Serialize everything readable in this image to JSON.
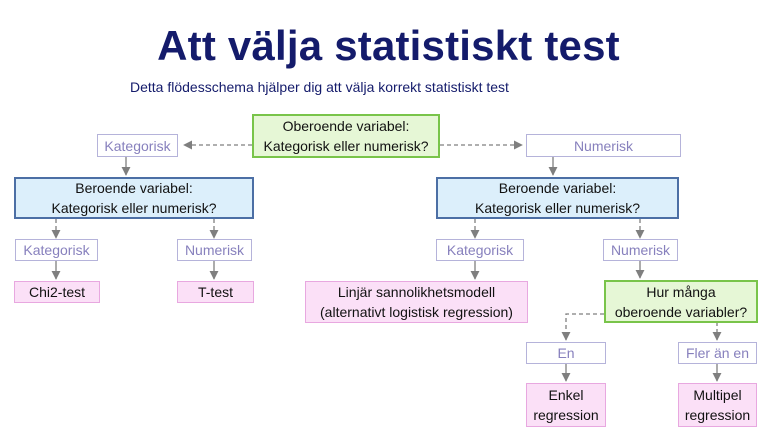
{
  "title": "Att välja statistiskt test",
  "subtitle": "Detta flödesschema hjälper dig att välja korrekt statistiskt test",
  "nodes": {
    "root": "Oberoende variabel:\nKategorisk eller numerisk?",
    "left_label": "Kategorisk",
    "right_label": "Numerisk",
    "left_question": "Beroende variabel:\nKategorisk eller numerisk?",
    "right_question": "Beroende variabel:\nKategorisk eller numerisk?",
    "ll_label": "Kategorisk",
    "lr_label": "Numerisk",
    "chi2": "Chi2-test",
    "ttest": "T-test",
    "rl_label": "Kategorisk",
    "rr_label": "Numerisk",
    "lpm": "Linjär sannolikhetsmodell\n(alternativt logistisk regression)",
    "how_many": "Hur många\noberoende variabler?",
    "one_label": "En",
    "many_label": "Fler än en",
    "simple": "Enkel\nregression",
    "multiple": "Multipel\nregression"
  },
  "colors": {
    "title": "#141b6b",
    "decision_fill": "#e6f7d6",
    "decision_border": "#79c44a",
    "question_fill": "#dceffb",
    "question_border": "#4c6fa5",
    "label_border": "#b5b3da",
    "label_text": "#8780bd",
    "result_fill": "#fbe0f7",
    "result_border": "#e8a8e0",
    "arrow": "#7f7f7f"
  }
}
